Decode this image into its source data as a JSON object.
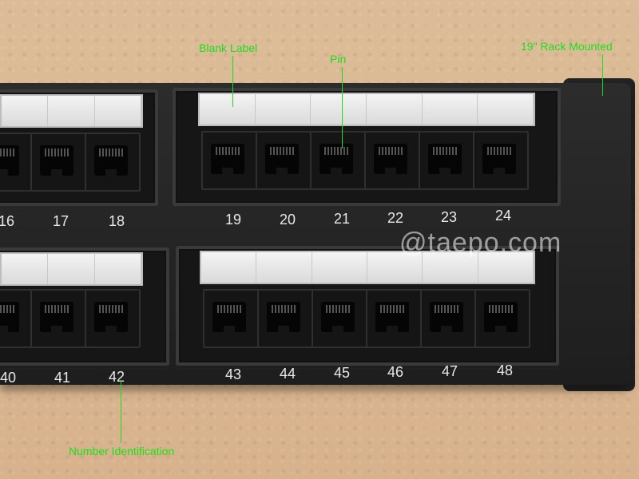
{
  "annotations": {
    "blank_label": "Blank Label",
    "pin": "Pin",
    "rack_mounted": "19\" Rack Mounted",
    "number_identification": "Number Identification"
  },
  "watermark": "@taepo.com",
  "top_row_numbers": [
    "16",
    "17",
    "18",
    "19",
    "20",
    "21",
    "22",
    "23",
    "24"
  ],
  "bottom_row_numbers": [
    "40",
    "41",
    "42",
    "43",
    "44",
    "45",
    "46",
    "47",
    "48"
  ],
  "colors": {
    "annotation": "#19e019",
    "panel": "#222222",
    "background": "#d9b793"
  }
}
